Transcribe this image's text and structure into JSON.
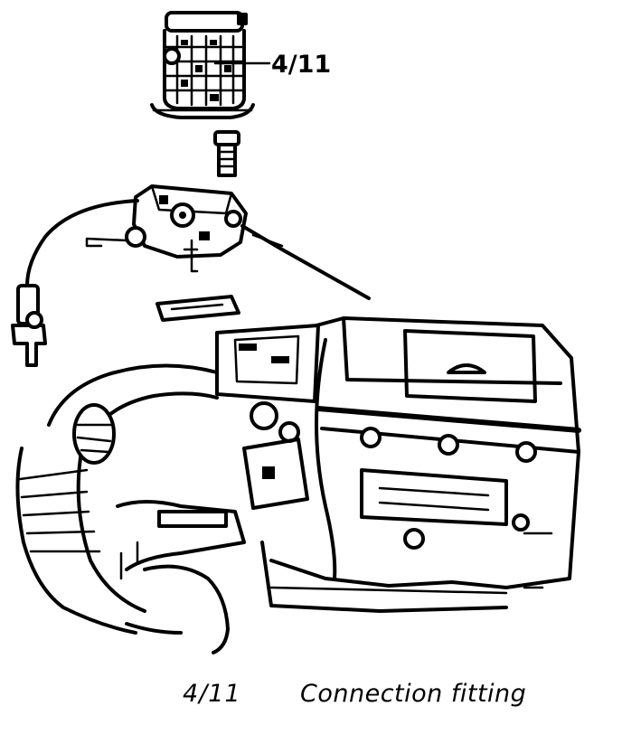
{
  "diagram": {
    "callout": {
      "label": "4/11"
    }
  },
  "caption": {
    "number": "4/11",
    "description": "Connection fitting"
  }
}
